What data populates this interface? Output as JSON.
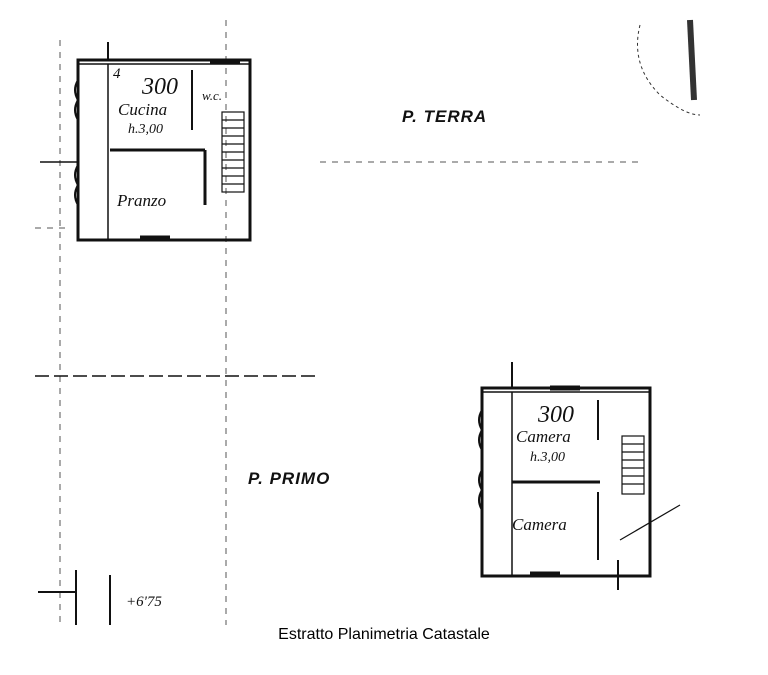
{
  "floors": {
    "ground": {
      "label": "P. TERRA",
      "rooms": {
        "room_number": "300",
        "cucina": "Cucina",
        "cucina_height": "h.3,00",
        "wc": "w.c.",
        "pranzo": "Pranzo",
        "stair_mark": "4"
      }
    },
    "first": {
      "label": "P. PRIMO",
      "rooms": {
        "room_number": "300",
        "camera_top": "Camera",
        "camera_height": "h.3,00",
        "camera_bottom": "Camera"
      }
    }
  },
  "scribble_note": "+6'75",
  "caption": "Estratto Planimetria Catastale"
}
